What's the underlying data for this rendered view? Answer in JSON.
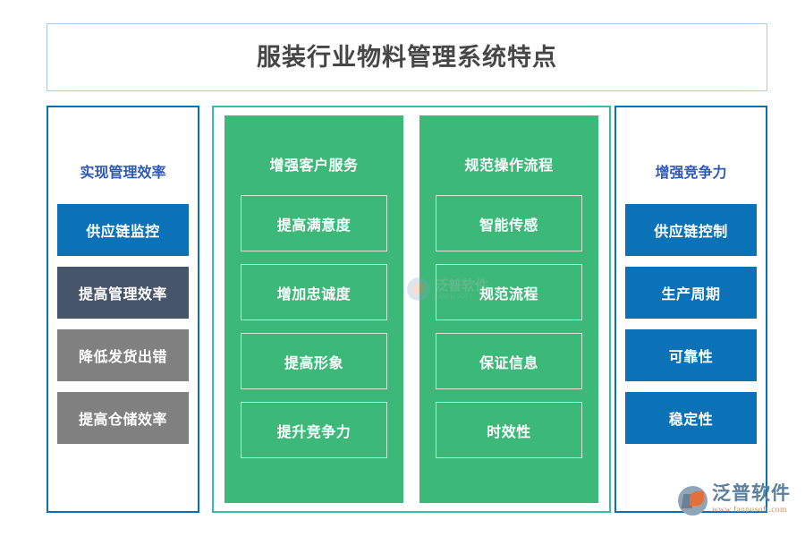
{
  "title": {
    "text": "服装行业物料管理系统特点"
  },
  "colors": {
    "title_border": "#a9cbe8",
    "title_text": "#464646",
    "side_panel_border": "#0b6fb8",
    "middle_border": "#33bfae",
    "panel_header_text": "#3059b5",
    "green_panel": "#3cb878",
    "item_blue": "#0b72b8",
    "item_navy": "#47556b",
    "item_gray": "#808080"
  },
  "columns": [
    {
      "id": "left",
      "style": "outline",
      "header": "实现管理效率",
      "items": [
        {
          "label": "供应链监控",
          "swatch": "sw-blue"
        },
        {
          "label": "提高管理效率",
          "swatch": "sw-navy"
        },
        {
          "label": "降低发货出错",
          "swatch": "sw-gray"
        },
        {
          "label": "提高仓储效率",
          "swatch": "sw-gray"
        }
      ]
    },
    {
      "id": "mid-1",
      "style": "green",
      "header": "增强客户服务",
      "items": [
        {
          "label": "提高满意度"
        },
        {
          "label": "增加忠诚度"
        },
        {
          "label": "提高形象"
        },
        {
          "label": "提升竞争力"
        }
      ]
    },
    {
      "id": "mid-2",
      "style": "green",
      "header": "规范操作流程",
      "items": [
        {
          "label": "智能传感"
        },
        {
          "label": "规范流程"
        },
        {
          "label": "保证信息"
        },
        {
          "label": "时效性"
        }
      ]
    },
    {
      "id": "right",
      "style": "outline",
      "header": "增强竞争力",
      "items": [
        {
          "label": "供应链控制",
          "swatch": "sw-blue"
        },
        {
          "label": "生产周期",
          "swatch": "sw-blue"
        },
        {
          "label": "可靠性",
          "swatch": "sw-blue"
        },
        {
          "label": "稳定性",
          "swatch": "sw-blue"
        }
      ]
    }
  ],
  "watermark": {
    "brand_cn": "泛普软件",
    "brand_url": "www.fanpusoft.com",
    "center_cn": "泛普软件",
    "center_en": "FANPU SOFT"
  }
}
